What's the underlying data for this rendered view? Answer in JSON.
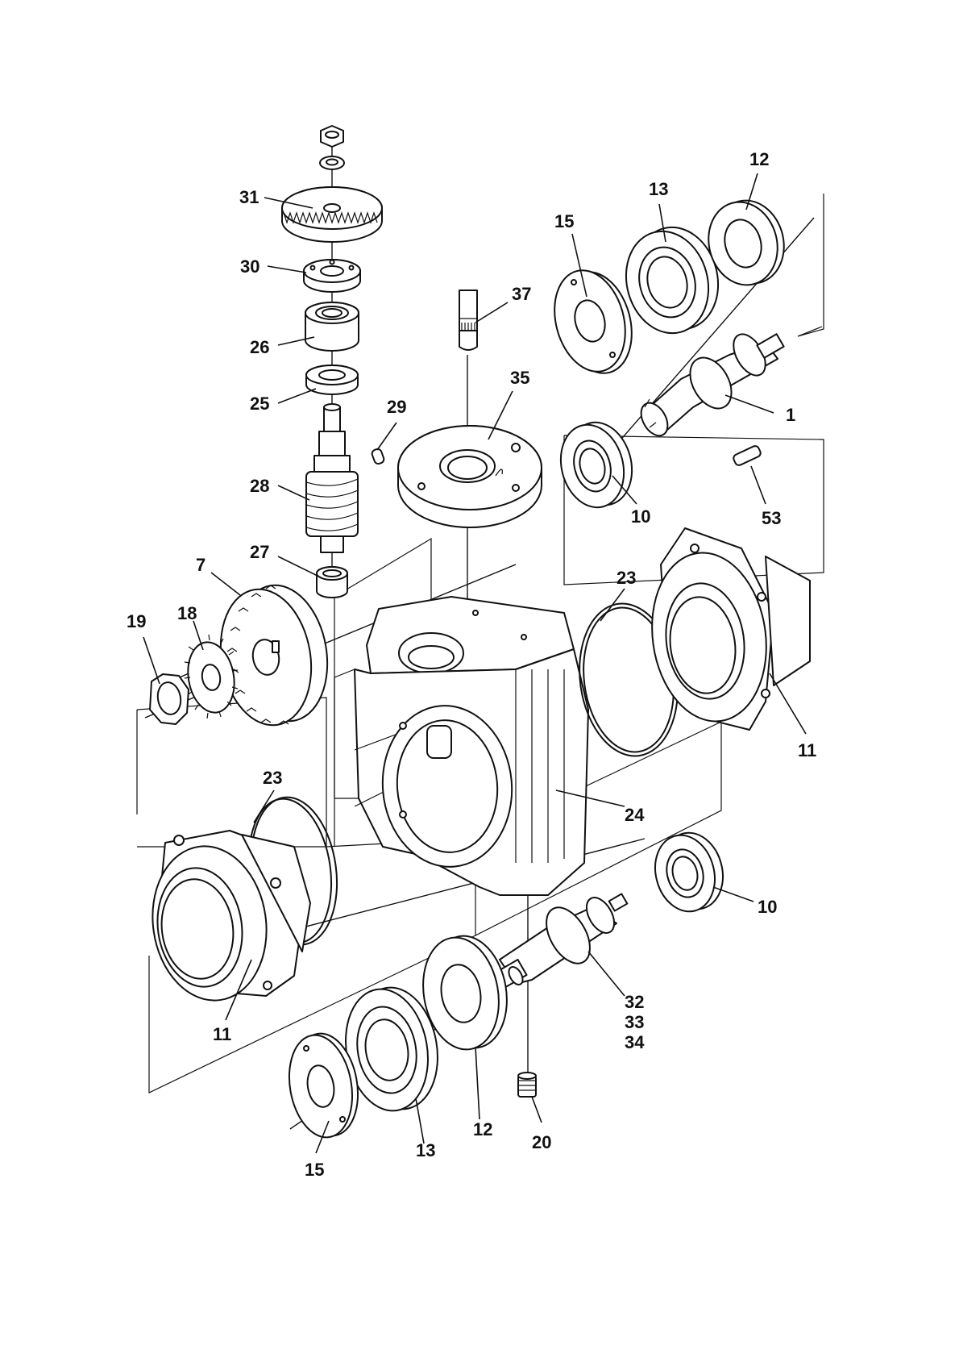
{
  "callouts": [
    "31",
    "30",
    "26",
    "25",
    "29",
    "28",
    "27",
    "7",
    "18",
    "19",
    "37",
    "35",
    "15",
    "13",
    "12",
    "1",
    "53",
    "10",
    "23",
    "11",
    "24",
    "10",
    "32",
    "33",
    "34",
    "23",
    "11",
    "15",
    "13",
    "12",
    "20"
  ]
}
